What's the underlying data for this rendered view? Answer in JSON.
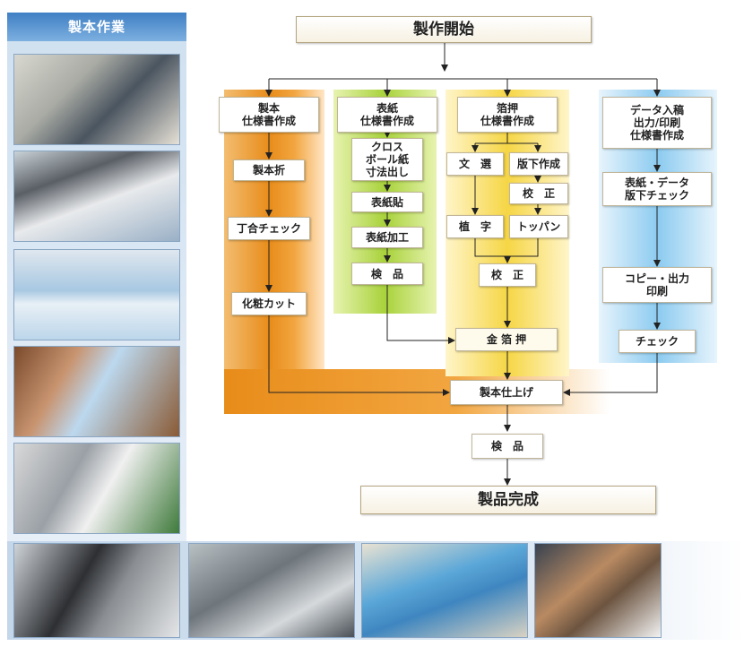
{
  "sidebar": {
    "title": "製本作業",
    "photos": [
      "cutting-machine-photo",
      "workers-folding-photo",
      "paper-stacks-photo",
      "pressing-photo",
      "foil-sheet-photo"
    ]
  },
  "bottom_photos": [
    "stamping-press-photo",
    "binding-machine-photo",
    "cover-material-photo",
    "hand-tool-photo"
  ],
  "flow": {
    "start": "製作開始",
    "end": "製品完成",
    "nodes": {
      "seihon_spec": "製本\n仕様書作成",
      "seihon_ori": "製本折",
      "chogai_check": "丁合チェック",
      "kesho_cut": "化粧カット",
      "hyoshi_spec": "表紙\n仕様書作成",
      "cloth_board": "クロス\nボール紙\n寸法出し",
      "hyoshi_ha": "表紙貼",
      "hyoshi_kako": "表紙加工",
      "kenpin_green": "検　品",
      "hakuoshi_spec": "箔押\n仕様書作成",
      "bunsen": "文　選",
      "hanshita": "版下作成",
      "kosei_1": "校　正",
      "shokuji": "植　字",
      "toppan": "トッパン",
      "kosei_2": "校　正",
      "kinpaku": "金 箔 押",
      "data_spec": "データ入稿\n出力/印刷\n仕様書作成",
      "hyoshi_data_check": "表紙・データ\n版下チェック",
      "copy_print": "コピー・出力\n印刷",
      "check": "チェック",
      "shiage": "製本仕上げ",
      "kenpin_final": "検　品"
    }
  }
}
